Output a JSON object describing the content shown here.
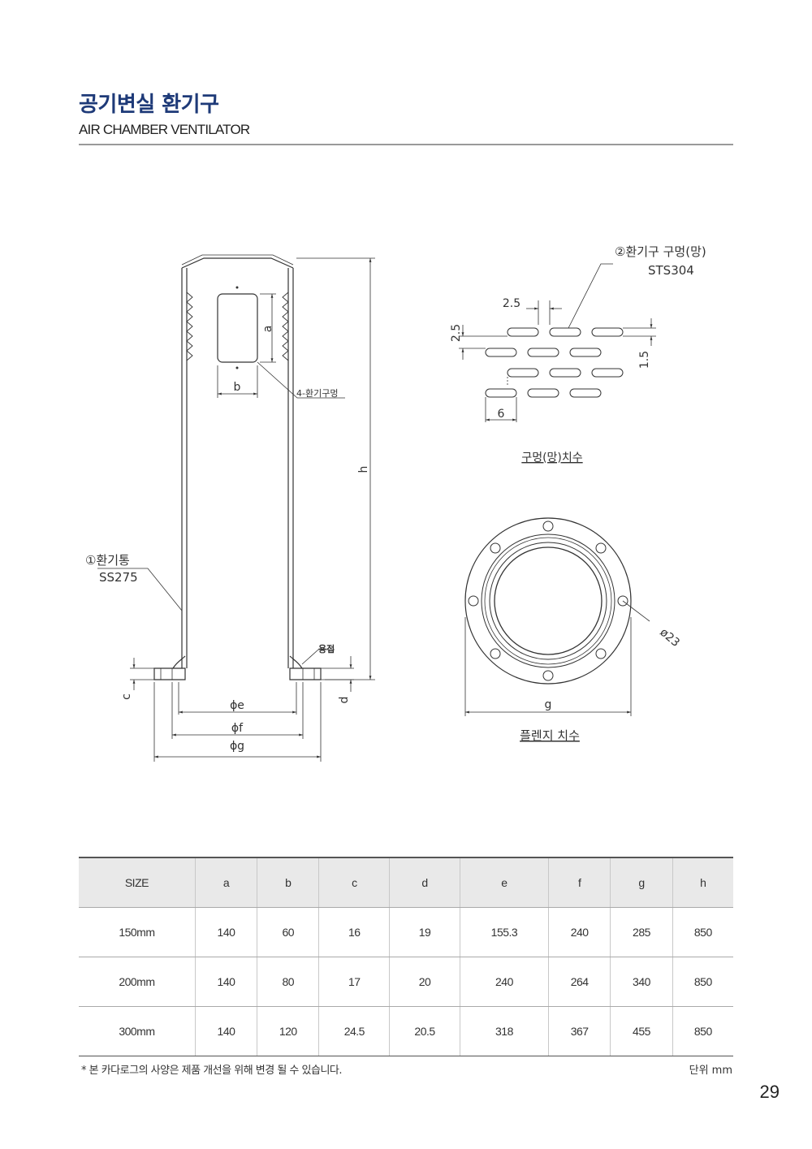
{
  "header": {
    "title_kr": "공기변실 환기구",
    "title_en": "AIR CHAMBER VENTILATOR"
  },
  "drawing": {
    "label_a": "a",
    "label_b": "b",
    "label_c": "c",
    "label_d": "d",
    "label_h": "h",
    "label_e": "ϕe",
    "label_f": "ϕf",
    "label_g": "ϕg",
    "label_holes": "4-환기구멍",
    "label_weld": "용접",
    "part1_name": "①환기통",
    "part1_material": "SS275",
    "part2_name": "②환기구 구멍(망)",
    "part2_material": "STS304",
    "mesh_dim_25_top": "2.5",
    "mesh_dim_25_left": "2.5",
    "mesh_dim_15": "1.5",
    "mesh_dim_6": "6",
    "mesh_caption": "구멍(망)치수",
    "flange_dim_hole": "ø23",
    "flange_dim_g": "g",
    "flange_caption": "플렌지 치수"
  },
  "table": {
    "headers": [
      "SIZE",
      "a",
      "b",
      "c",
      "d",
      "e",
      "f",
      "g",
      "h"
    ],
    "rows": [
      [
        "150mm",
        "140",
        "60",
        "16",
        "19",
        "155.3",
        "240",
        "285",
        "850"
      ],
      [
        "200mm",
        "140",
        "80",
        "17",
        "20",
        "240",
        "264",
        "340",
        "850"
      ],
      [
        "300mm",
        "140",
        "120",
        "24.5",
        "20.5",
        "318",
        "367",
        "455",
        "850"
      ]
    ]
  },
  "footer": {
    "note": "* 본 카다로그의 사양은 제품 개선을 위해 변경 될 수 있습니다.",
    "unit": "단위 mm",
    "page_number": "29"
  }
}
